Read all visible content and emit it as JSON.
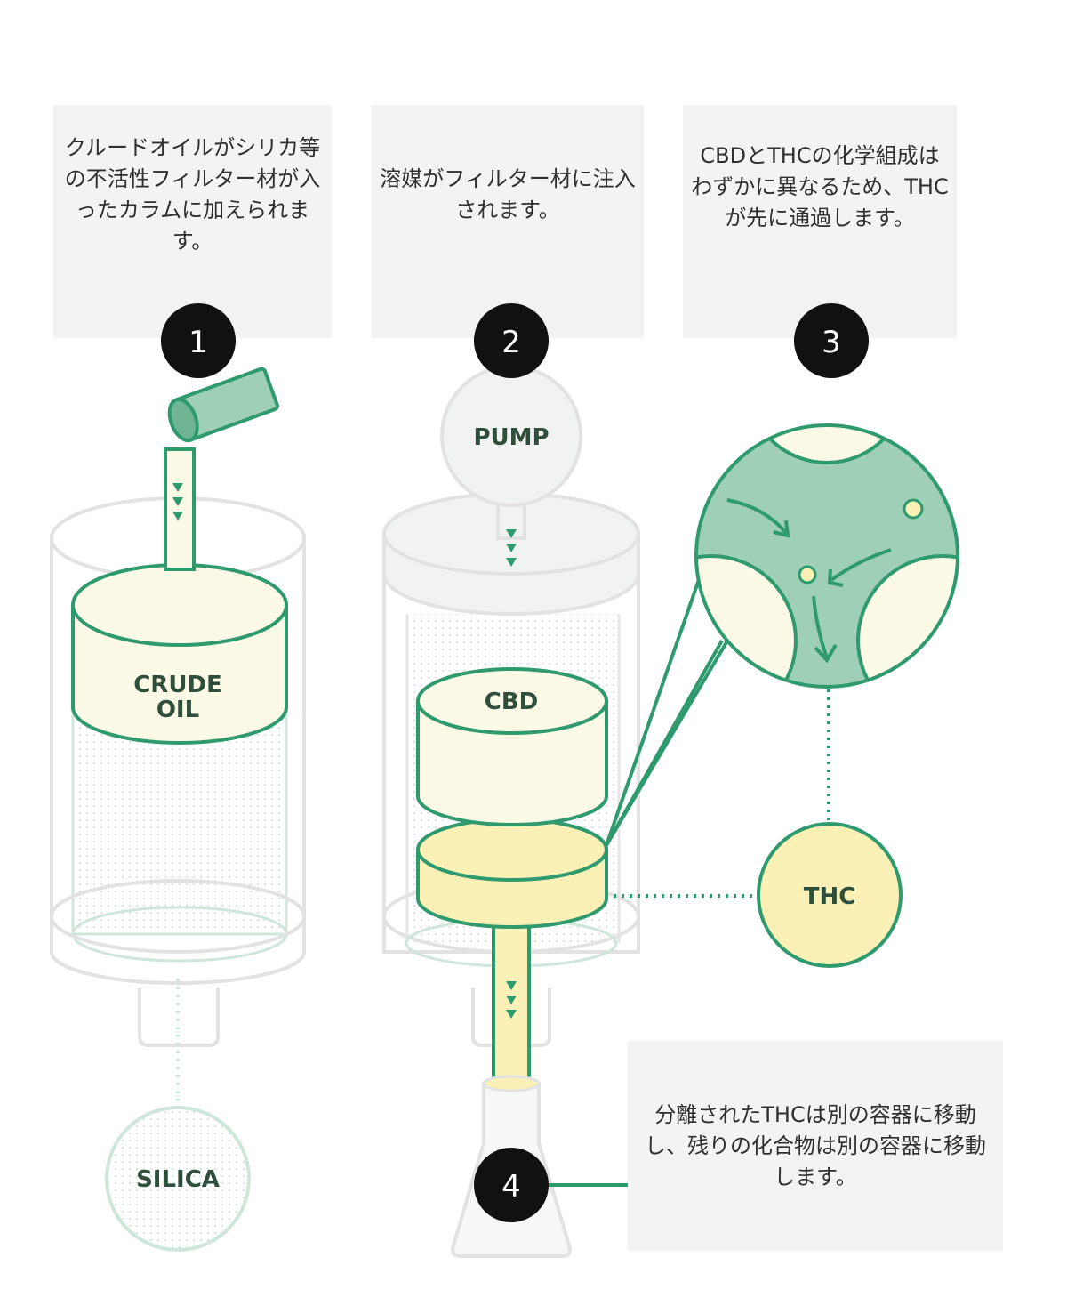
{
  "steps": [
    {
      "number": "1",
      "text": "クルードオイルがシリカ等の不活性フィルター材が入ったカラムに加えられます。"
    },
    {
      "number": "2",
      "text": "溶媒がフィルター材に注入されます。"
    },
    {
      "number": "3",
      "text": "CBDとTHCの化学組成はわずかに異なるため、THCが先に通過します。"
    },
    {
      "number": "4",
      "text": "分離されたTHCは別の容器に移動し、残りの化合物は別の容器に移動します。"
    }
  ],
  "labels": {
    "crude_oil_line1": "CRUDE",
    "crude_oil_line2": "OIL",
    "silica": "SILICA",
    "pump": "PUMP",
    "cbd": "CBD",
    "thc": "THC"
  },
  "colors": {
    "green": "#2e9a6e",
    "light_green": "#9fcfb6",
    "cream": "#fcf9e6",
    "yellow": "#fbf0b6",
    "grey_outline": "#dcdcdc",
    "caption_bg": "#f3f3f3",
    "badge": "#111111"
  }
}
